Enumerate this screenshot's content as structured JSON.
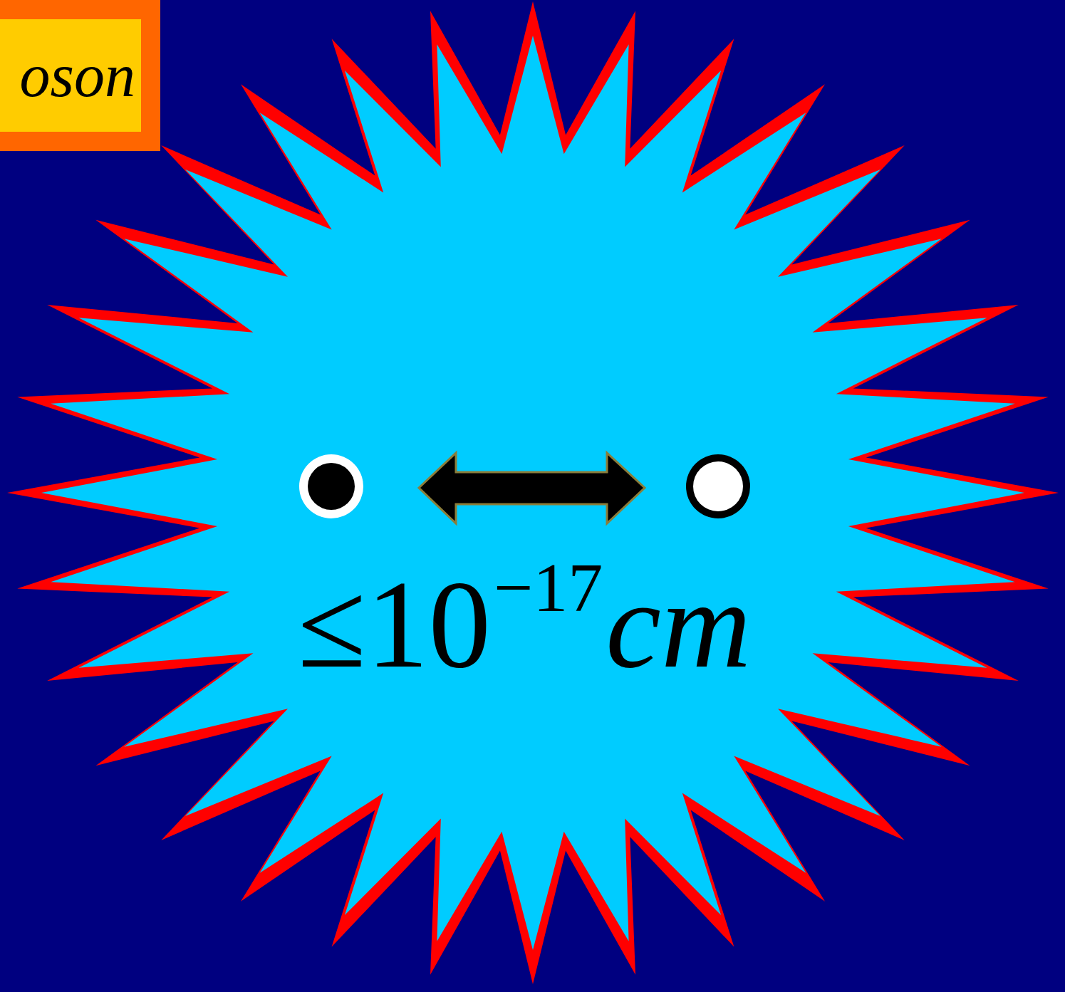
{
  "diagram": {
    "nodes": [
      {
        "text": [
          "oson"
        ]
      },
      {
        "text": [
          "≤10",
          "−17",
          "cm"
        ]
      }
    ]
  }
}
